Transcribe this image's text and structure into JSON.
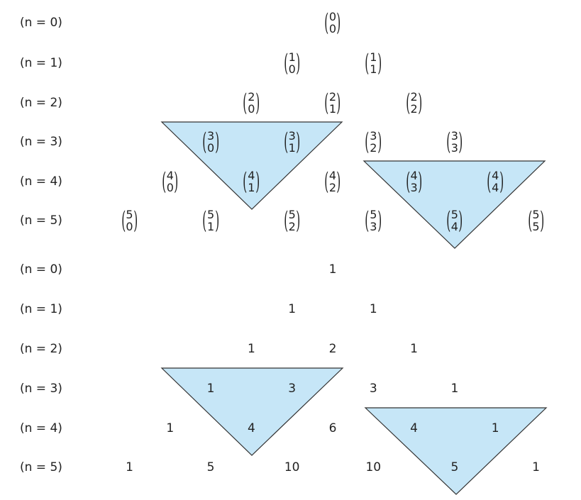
{
  "colors": {
    "triangle_fill": "#c6e6f7",
    "triangle_stroke": "#333333",
    "text": "#222222"
  },
  "binomial_section": {
    "rows": [
      {
        "n_label": "(n = 0)",
        "entries": [
          {
            "top": "0",
            "bottom": "0"
          }
        ]
      },
      {
        "n_label": "(n = 1)",
        "entries": [
          {
            "top": "1",
            "bottom": "0"
          },
          {
            "top": "1",
            "bottom": "1"
          }
        ]
      },
      {
        "n_label": "(n = 2)",
        "entries": [
          {
            "top": "2",
            "bottom": "0"
          },
          {
            "top": "2",
            "bottom": "1"
          },
          {
            "top": "2",
            "bottom": "2"
          }
        ]
      },
      {
        "n_label": "(n = 3)",
        "entries": [
          {
            "top": "3",
            "bottom": "0"
          },
          {
            "top": "3",
            "bottom": "1"
          },
          {
            "top": "3",
            "bottom": "2"
          },
          {
            "top": "3",
            "bottom": "3"
          }
        ]
      },
      {
        "n_label": "(n = 4)",
        "entries": [
          {
            "top": "4",
            "bottom": "0"
          },
          {
            "top": "4",
            "bottom": "1"
          },
          {
            "top": "4",
            "bottom": "2"
          },
          {
            "top": "4",
            "bottom": "3"
          },
          {
            "top": "4",
            "bottom": "4"
          }
        ]
      },
      {
        "n_label": "(n = 5)",
        "entries": [
          {
            "top": "5",
            "bottom": "0"
          },
          {
            "top": "5",
            "bottom": "1"
          },
          {
            "top": "5",
            "bottom": "2"
          },
          {
            "top": "5",
            "bottom": "3"
          },
          {
            "top": "5",
            "bottom": "4"
          },
          {
            "top": "5",
            "bottom": "5"
          }
        ]
      }
    ]
  },
  "numeric_section": {
    "rows": [
      {
        "n_label": "(n = 0)",
        "values": [
          "1"
        ]
      },
      {
        "n_label": "(n = 1)",
        "values": [
          "1",
          "1"
        ]
      },
      {
        "n_label": "(n = 2)",
        "values": [
          "1",
          "2",
          "1"
        ]
      },
      {
        "n_label": "(n = 3)",
        "values": [
          "1",
          "3",
          "3",
          "1"
        ]
      },
      {
        "n_label": "(n = 4)",
        "values": [
          "1",
          "4",
          "6",
          "4",
          "1"
        ]
      },
      {
        "n_label": "(n = 5)",
        "values": [
          "1",
          "5",
          "10",
          "10",
          "5",
          "1"
        ]
      }
    ]
  }
}
